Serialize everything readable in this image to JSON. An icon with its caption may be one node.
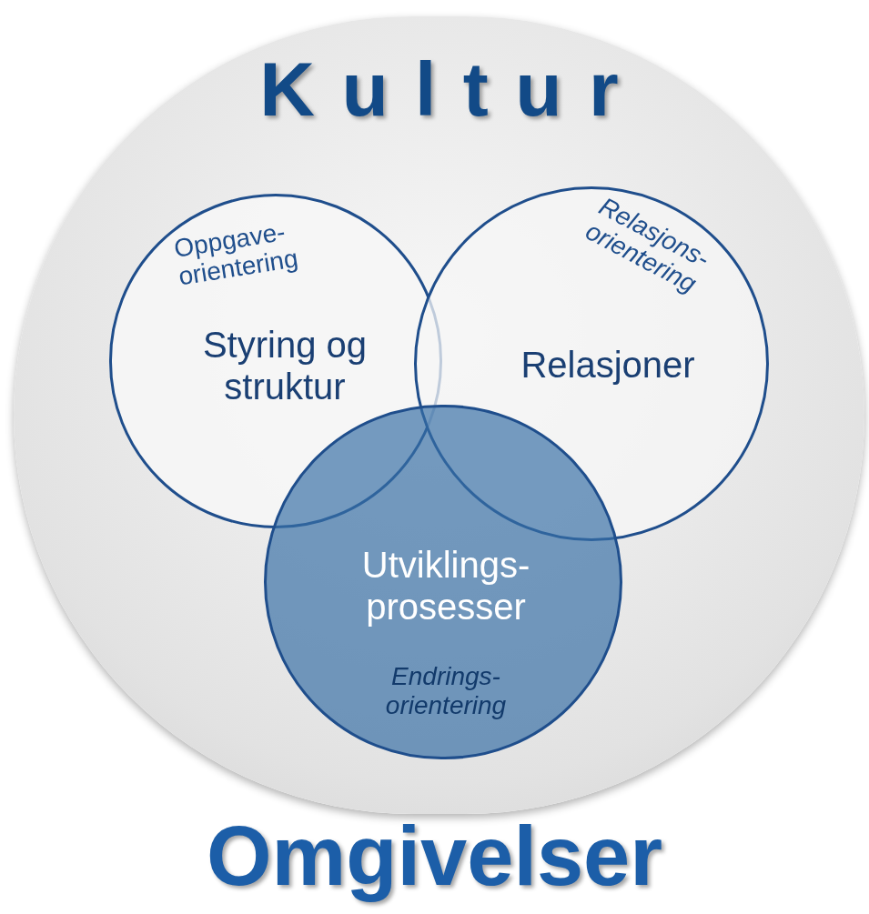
{
  "diagram": {
    "nodes": [
      {
        "text": [
          "Kultur"
        ]
      },
      {
        "text": [
          "Oppgave- orientering",
          "Styring og struktur"
        ],
        "in": 0
      },
      {
        "text": [
          "Relasjons- orientering",
          "Relasjoner"
        ],
        "in": 0
      },
      {
        "text": [
          "Utviklings- prosesser",
          "Endrings- orientering"
        ],
        "in": 0
      }
    ],
    "labels": [
      "Omgivelser"
    ]
  }
}
